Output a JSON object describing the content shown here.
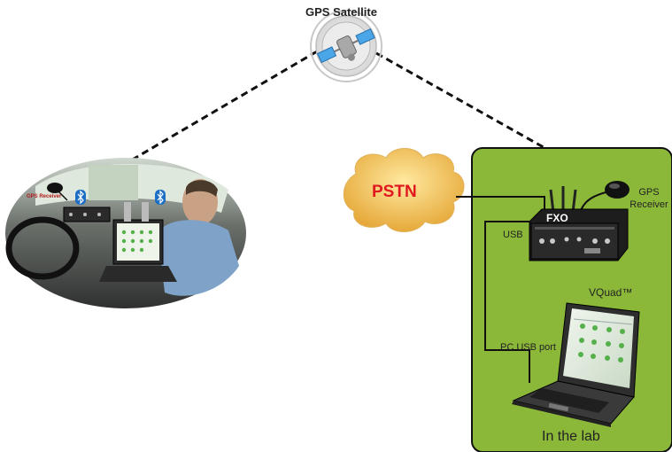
{
  "labels": {
    "gps_satellite": "GPS Satellite",
    "pstn": "PSTN",
    "gps_receiver": "GPS Receiver",
    "fxo": "FXO",
    "usb": "USB",
    "vquad": "VQuad™",
    "pc_usb_port": "PC USB port",
    "in_the_lab": "In the lab",
    "car_gps_receiver": "GPS Receiver"
  },
  "colors": {
    "lab_panel": "#8cb83a",
    "pstn_cloud": "#f0c050",
    "pstn_text": "#e0191f"
  },
  "icons": {
    "satellite": "satellite-icon",
    "bluetooth": "bluetooth-icon"
  }
}
